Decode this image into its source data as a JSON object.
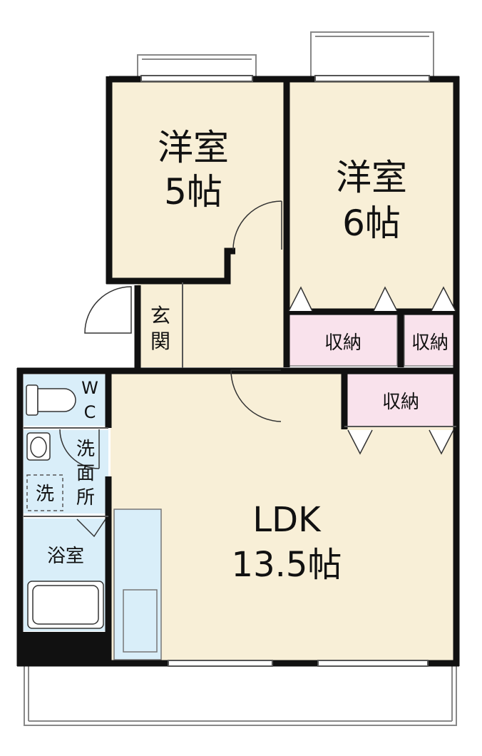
{
  "rooms": {
    "western_5": {
      "name": "洋室",
      "size": "5帖"
    },
    "western_6": {
      "name": "洋室",
      "size": "6帖"
    },
    "ldk": {
      "name": "LDK",
      "size": "13.5帖"
    },
    "entrance": {
      "char1": "玄",
      "char2": "関"
    },
    "storage_1": "収納",
    "storage_2": "収納",
    "storage_3": "収納",
    "toilet": {
      "w": "W",
      "c": "C"
    },
    "washroom": {
      "c1": "洗",
      "c2": "面",
      "c3": "所"
    },
    "washer": "洗",
    "bath": "浴室"
  },
  "colors": {
    "room_fill": "#f8efd7",
    "wet_fill": "#d9eef9",
    "storage_fill": "#f9e2ec",
    "wall": "#111111",
    "balcony_line": "#888888"
  }
}
